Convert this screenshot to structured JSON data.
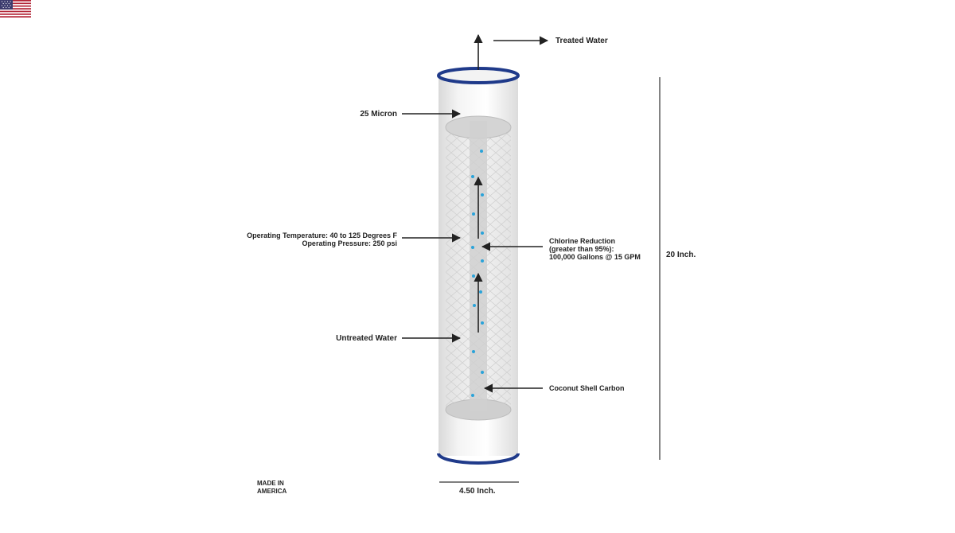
{
  "labels": {
    "treated_water": "Treated Water",
    "micron": "25 Micron",
    "op_temp": "Operating Temperature: 40 to 125 Degrees F",
    "op_pressure": "Operating Pressure: 250 psi",
    "chlorine_1": "Chlorine Reduction",
    "chlorine_2": "(greater than 95%):",
    "chlorine_3": "100,000 Gallons @ 15 GPM",
    "height": "20 Inch.",
    "untreated_water": "Untreated Water",
    "carbon": "Coconut Shell Carbon",
    "width": "4.50 Inch.",
    "made_in": "MADE IN",
    "america": "AMERICA"
  },
  "colors": {
    "cap_rim": "#1f3a8a",
    "water_dot": "#2aa3d9",
    "arrow": "#222222",
    "flag_red": "#b22234",
    "flag_blue": "#3c3b6e"
  }
}
